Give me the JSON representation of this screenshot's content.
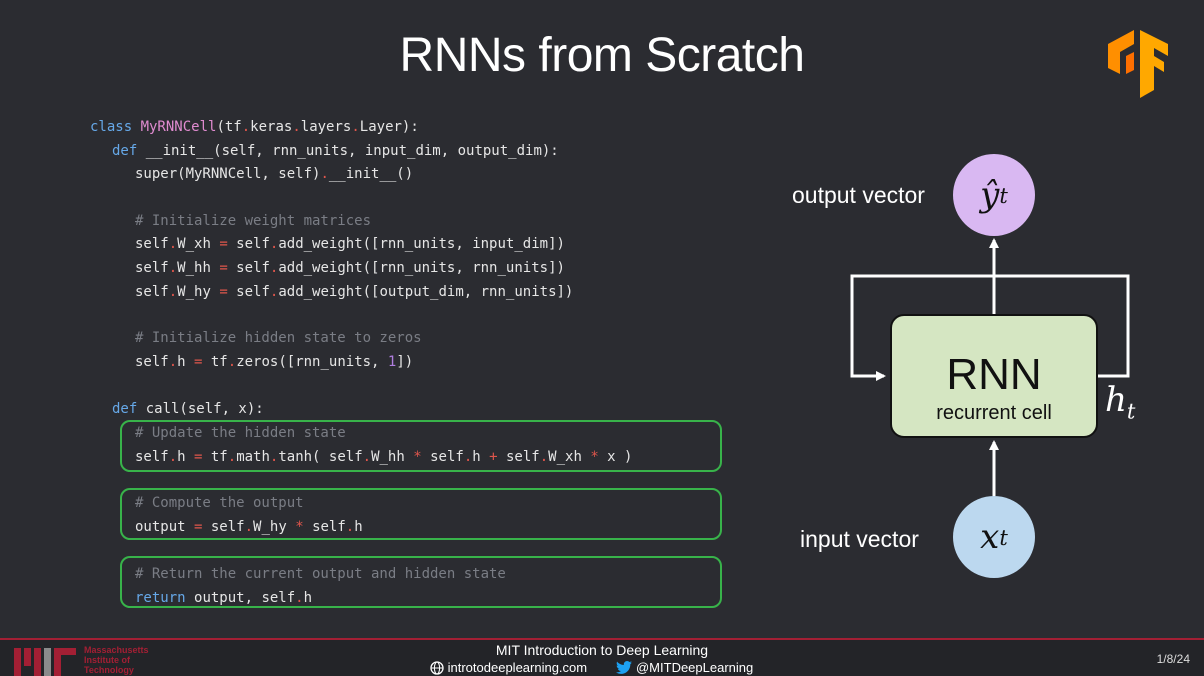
{
  "slide": {
    "title": "RNNs from Scratch"
  },
  "code": {
    "lines": [
      "class MyRNNCell(tf.keras.layers.Layer):",
      "def __init__(self, rnn_units, input_dim, output_dim):",
      "super(MyRNNCell, self).__init__()",
      "# Initialize weight matrices",
      "self.W_xh = self.add_weight([rnn_units, input_dim])",
      "self.W_hh = self.add_weight([rnn_units, rnn_units])",
      "self.W_hy = self.add_weight([output_dim, rnn_units])",
      "# Initialize hidden state to zeros",
      "self.h = tf.zeros([rnn_units, 1])",
      "def call(self, x):",
      "# Update the hidden state",
      "self.h = tf.math.tanh( self.W_hh * self.h + self.W_xh * x )",
      "# Compute the output",
      "output = self.W_hy * self.h",
      "# Return the current output and hidden state",
      "return output, self.h"
    ]
  },
  "diagram": {
    "output_label": "output vector",
    "input_label": "input vector",
    "cell_title": "RNN",
    "cell_subtitle": "recurrent cell",
    "output_symbol": "ŷ",
    "input_symbol": "x",
    "hidden_symbol": "h",
    "subscript": "t",
    "colors": {
      "cell_fill": "#d5e6c2",
      "output_circle": "#d9b8f2",
      "input_circle": "#bcd8ef",
      "highlight_box": "#38b34a"
    }
  },
  "footer": {
    "course": "MIT Introduction to Deep Learning",
    "website": "introtodeeplearning.com",
    "twitter": "@MITDeepLearning",
    "page": "1/8/24",
    "institute": [
      "Massachusetts",
      "Institute of",
      "Technology"
    ]
  },
  "icons": [
    "tensorflow-logo",
    "globe-icon",
    "twitter-icon",
    "mit-logo"
  ]
}
